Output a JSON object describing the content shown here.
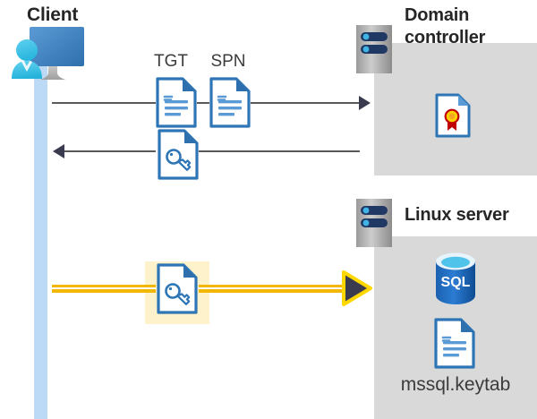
{
  "diagram": {
    "title": "Kerberos authentication flow between client, domain controller and Linux server",
    "background": "#ffffff",
    "panel_color": "#d9d9d9",
    "accent_blue": "#2e75b6",
    "accent_yellow": "#f2b705",
    "highlight_yellow": "#fdf2cc",
    "lifeline_blue": "#bcd9f5",
    "line_gray": "#595959"
  },
  "client": {
    "heading": "Client",
    "icon": "user-computer-icon",
    "lifeline": "client-lifeline"
  },
  "domain_controller": {
    "heading_line1": "Domain",
    "heading_line2": "controller",
    "server_icon": "server-rack-icon",
    "content_icon": "certificate-document-icon"
  },
  "linux_server": {
    "heading": "Linux server",
    "server_icon": "server-rack-icon",
    "database_icon": "sql-database-icon",
    "database_label": "SQL",
    "file_icon": "document-icon",
    "file_label": "mssql.keytab"
  },
  "flows": [
    {
      "id": "request-flow",
      "direction": "right",
      "style": "thin-gray",
      "labels": [
        "TGT",
        "SPN"
      ],
      "icons": [
        "document-icon",
        "document-icon"
      ]
    },
    {
      "id": "response-flow",
      "direction": "left",
      "style": "thin-gray",
      "labels": [],
      "icons": [
        "key-document-icon"
      ]
    },
    {
      "id": "service-ticket-flow",
      "direction": "right",
      "style": "thick-yellow",
      "labels": [],
      "icons": [
        "key-document-icon"
      ],
      "highlighted": true
    }
  ]
}
